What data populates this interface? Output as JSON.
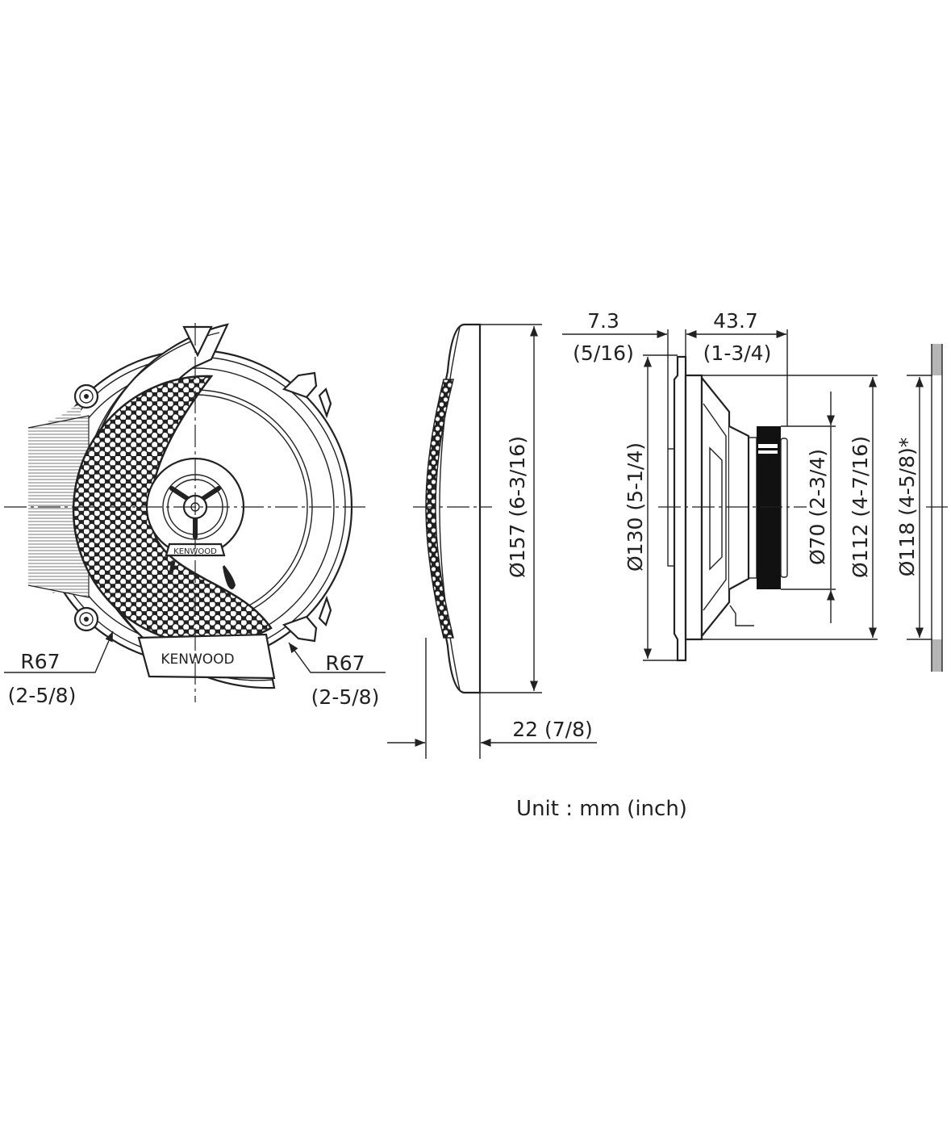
{
  "brand": "KENWOOD",
  "front_view": {
    "radius_left": {
      "value": "R67",
      "inch": "(2-5/8)"
    },
    "radius_right": {
      "value": "R67",
      "inch": "(2-5/8)"
    },
    "badge": "KENWOOD",
    "cone_logo": "KENWOOD"
  },
  "side_view": {
    "diameter": "Ø157 (6-3/16)",
    "depth": "22 (7/8)"
  },
  "profile_view": {
    "flange_thickness": {
      "value": "7.3",
      "inch": "(5/16)"
    },
    "mount_depth": {
      "value": "43.7",
      "inch": "(1-3/4)"
    },
    "d130": "Ø130 (5-1/4)",
    "d70": "Ø70 (2-3/4)",
    "d112": "Ø112 (4-7/16)",
    "d118": "Ø118 (4-5/8)*"
  },
  "unit_note": "Unit : mm (inch)",
  "colors": {
    "line": "#222222",
    "wall": "#b5b5b5"
  }
}
